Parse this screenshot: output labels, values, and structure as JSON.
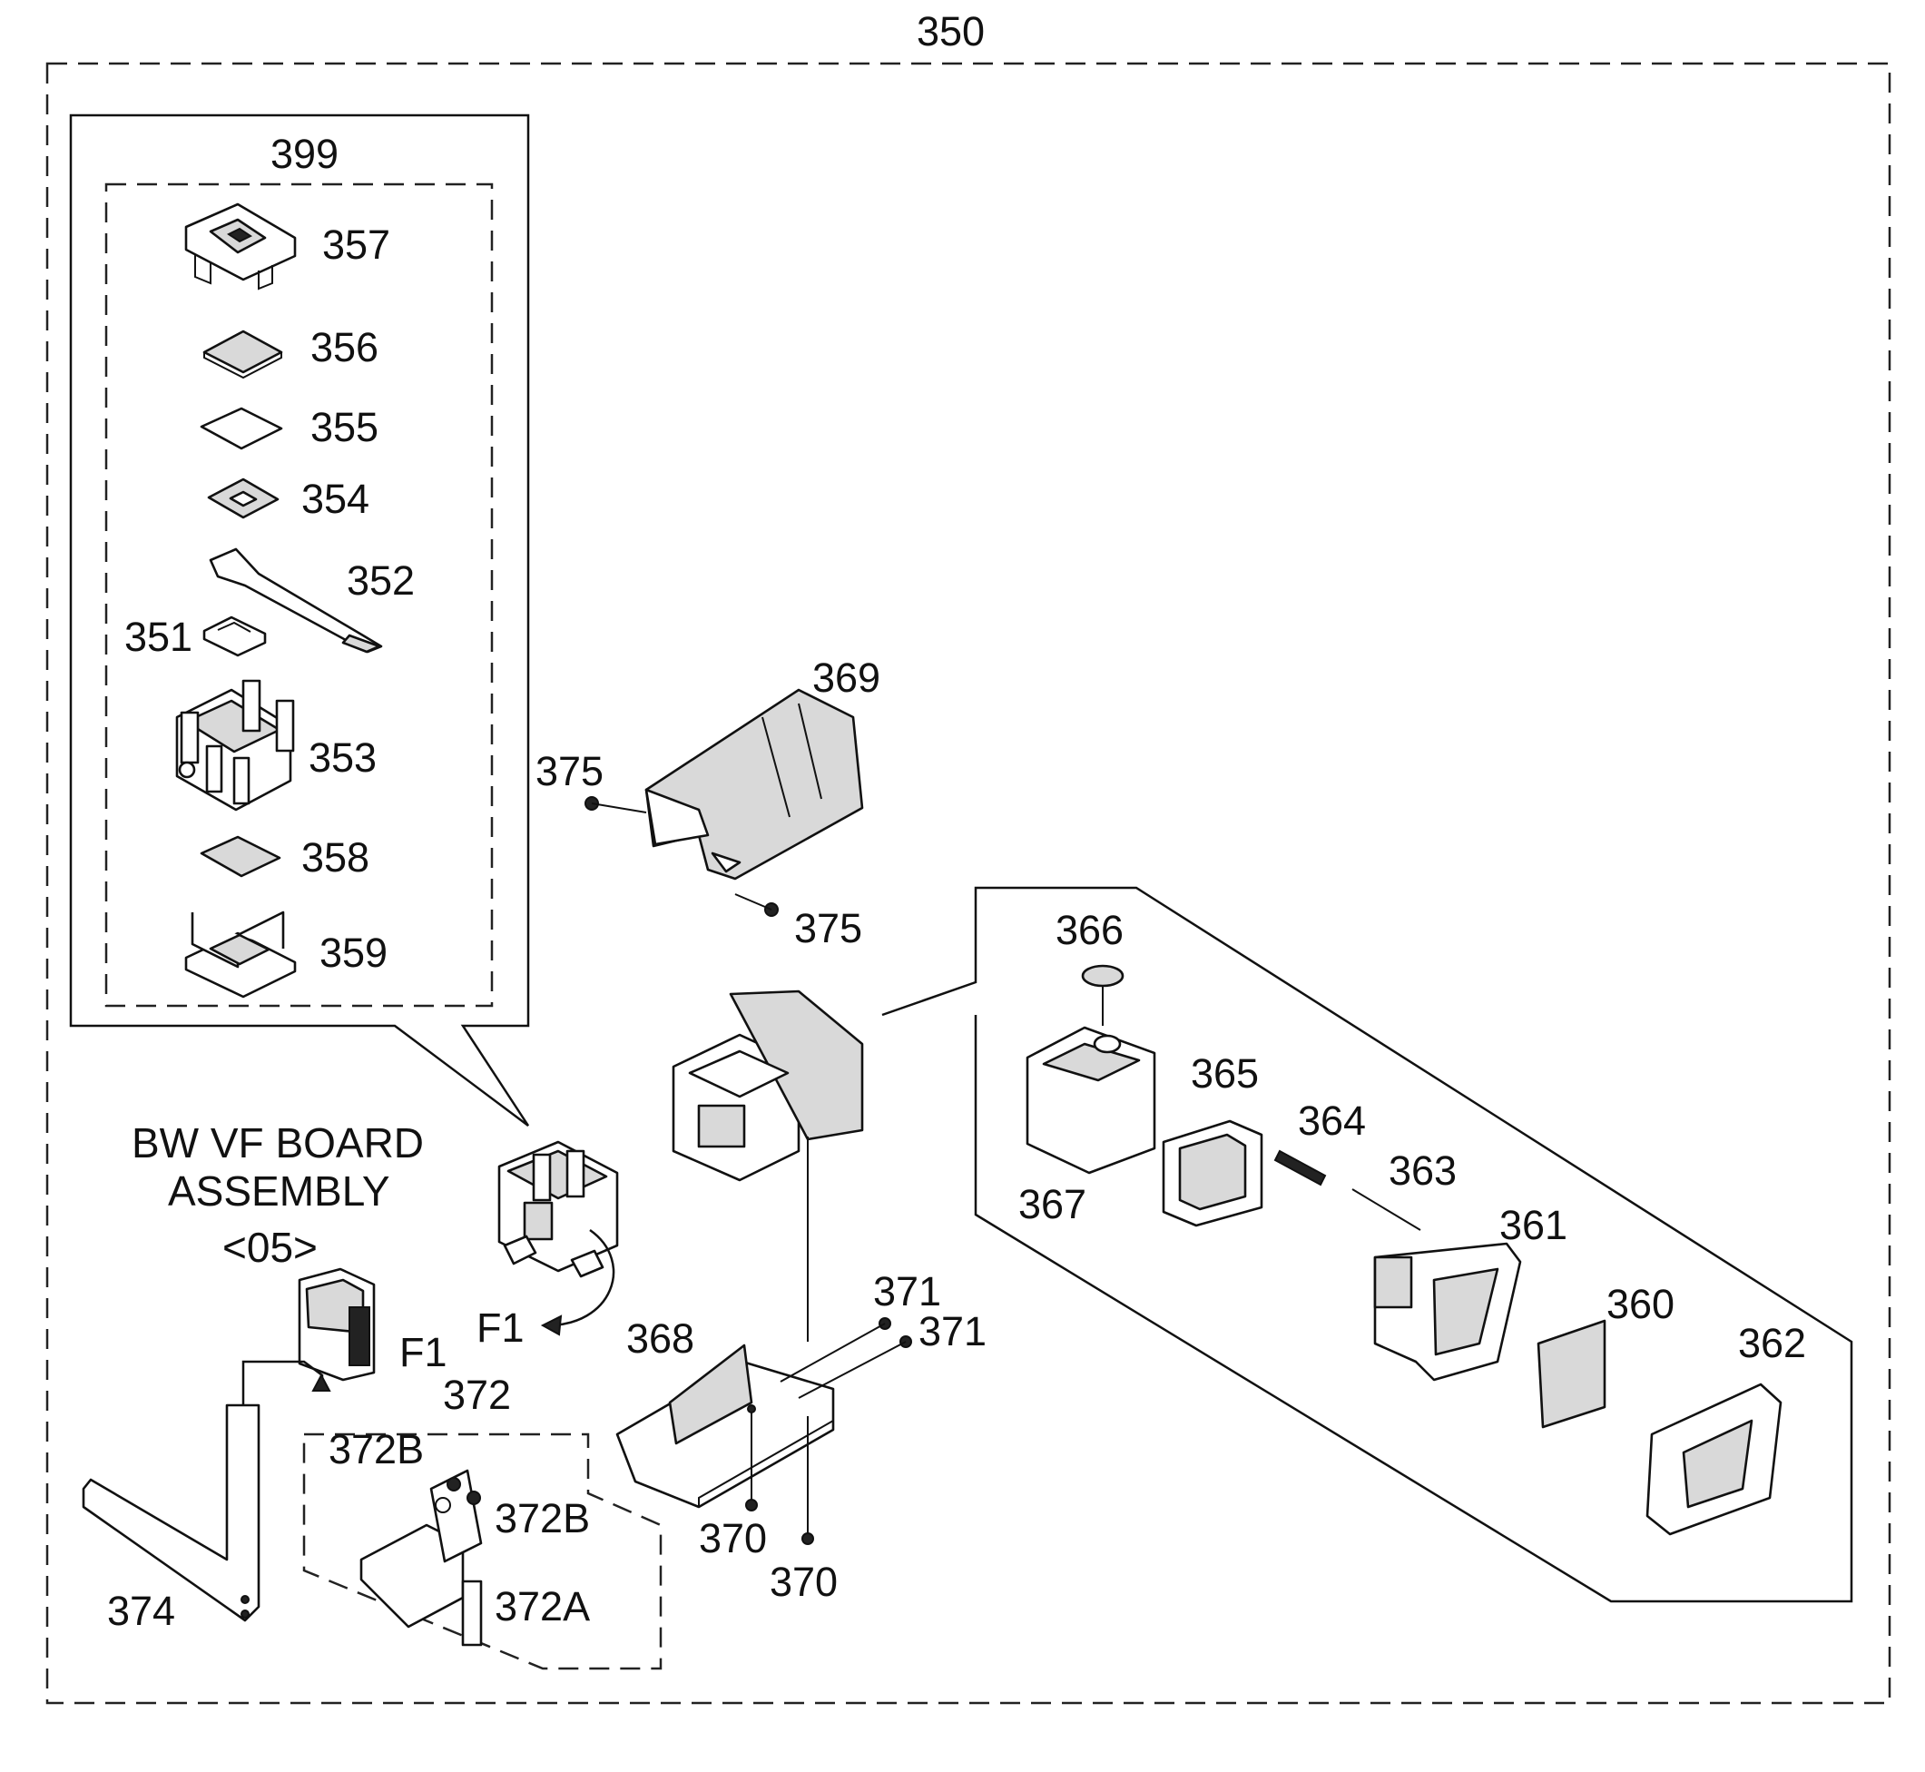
{
  "labels": {
    "l350": "350",
    "l399": "399",
    "l357": "357",
    "l356": "356",
    "l355": "355",
    "l354": "354",
    "l352": "352",
    "l351": "351",
    "l353": "353",
    "l358": "358",
    "l359": "359",
    "l369": "369",
    "l375a": "375",
    "l375b": "375",
    "l366": "366",
    "l365": "365",
    "l364": "364",
    "l363": "363",
    "l367": "367",
    "l361": "361",
    "l360": "360",
    "l362": "362",
    "l371a": "371",
    "l371b": "371",
    "l368": "368",
    "l370a": "370",
    "l370b": "370",
    "l372": "372",
    "l372b1": "372B",
    "l372b2": "372B",
    "l372a": "372A",
    "l374": "374",
    "lF1a": "F1",
    "lF1b": "F1",
    "board1": "BW VF BOARD",
    "board2": "ASSEMBLY",
    "board3": "<05>"
  }
}
